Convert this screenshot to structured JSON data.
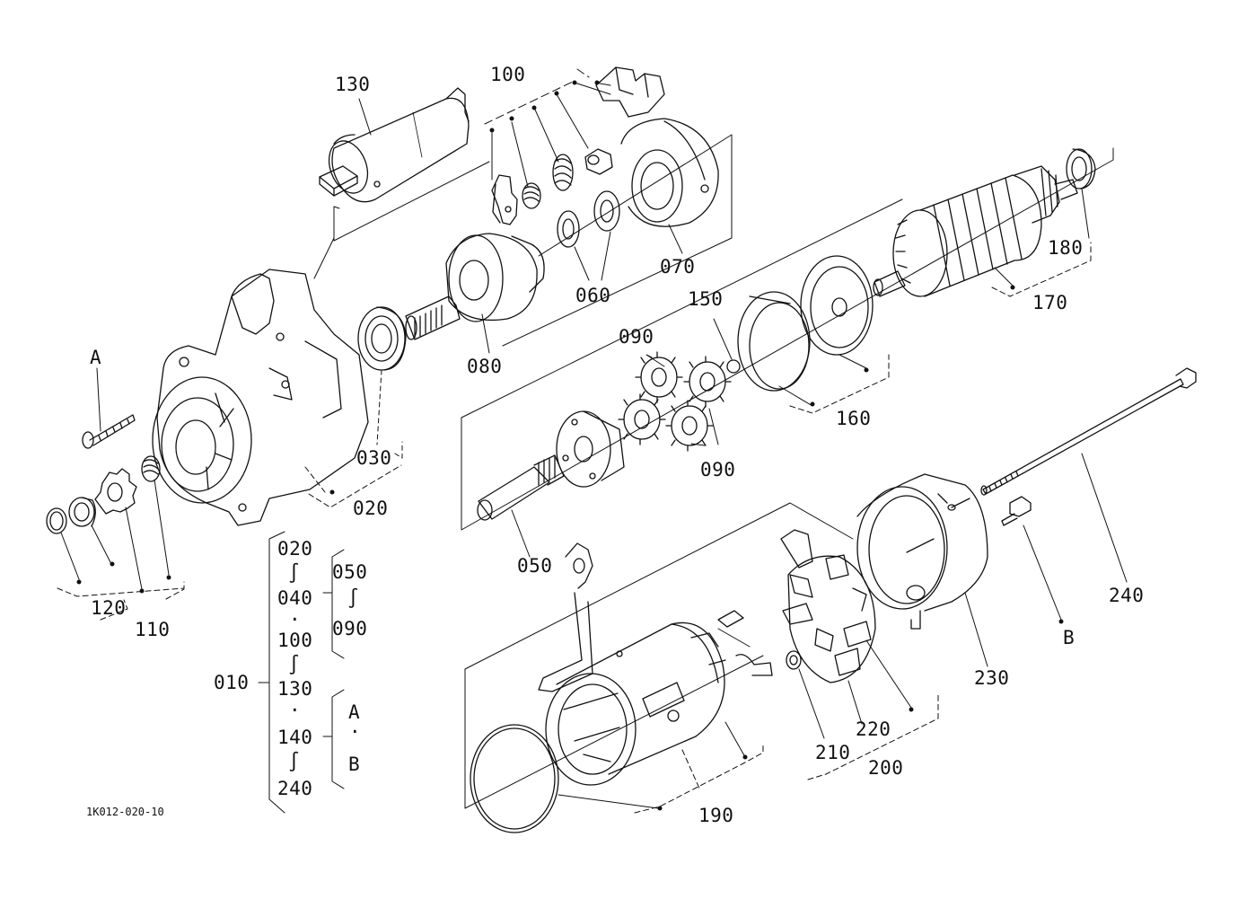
{
  "diagram": {
    "drawing_code": "1K012-020-10",
    "callouts": {
      "p130": "130",
      "p100": "100",
      "p070": "070",
      "p060": "060",
      "p080": "080",
      "p030": "030",
      "p020": "020",
      "p150": "150",
      "p090a": "090",
      "p090b": "090",
      "p160": "160",
      "p170": "170",
      "p180": "180",
      "p050": "050",
      "p120": "120",
      "p110": "110",
      "p240": "240",
      "p230": "230",
      "p220": "220",
      "p210": "210",
      "p200": "200",
      "p190": "190",
      "refA": "A",
      "refB": "B"
    },
    "assembly_index": {
      "assembly": "010",
      "l020": "020",
      "wave1": "∫",
      "l040": "040",
      "dot1": "·",
      "l100": "100",
      "wave2": "∫",
      "l130": "130",
      "dot2": "·",
      "l140": "140",
      "wave3": "∫",
      "l240": "240",
      "s050": "050",
      "swave": "∫",
      "s090": "090",
      "sA": "A",
      "sdot": "·",
      "sB": "B"
    }
  }
}
